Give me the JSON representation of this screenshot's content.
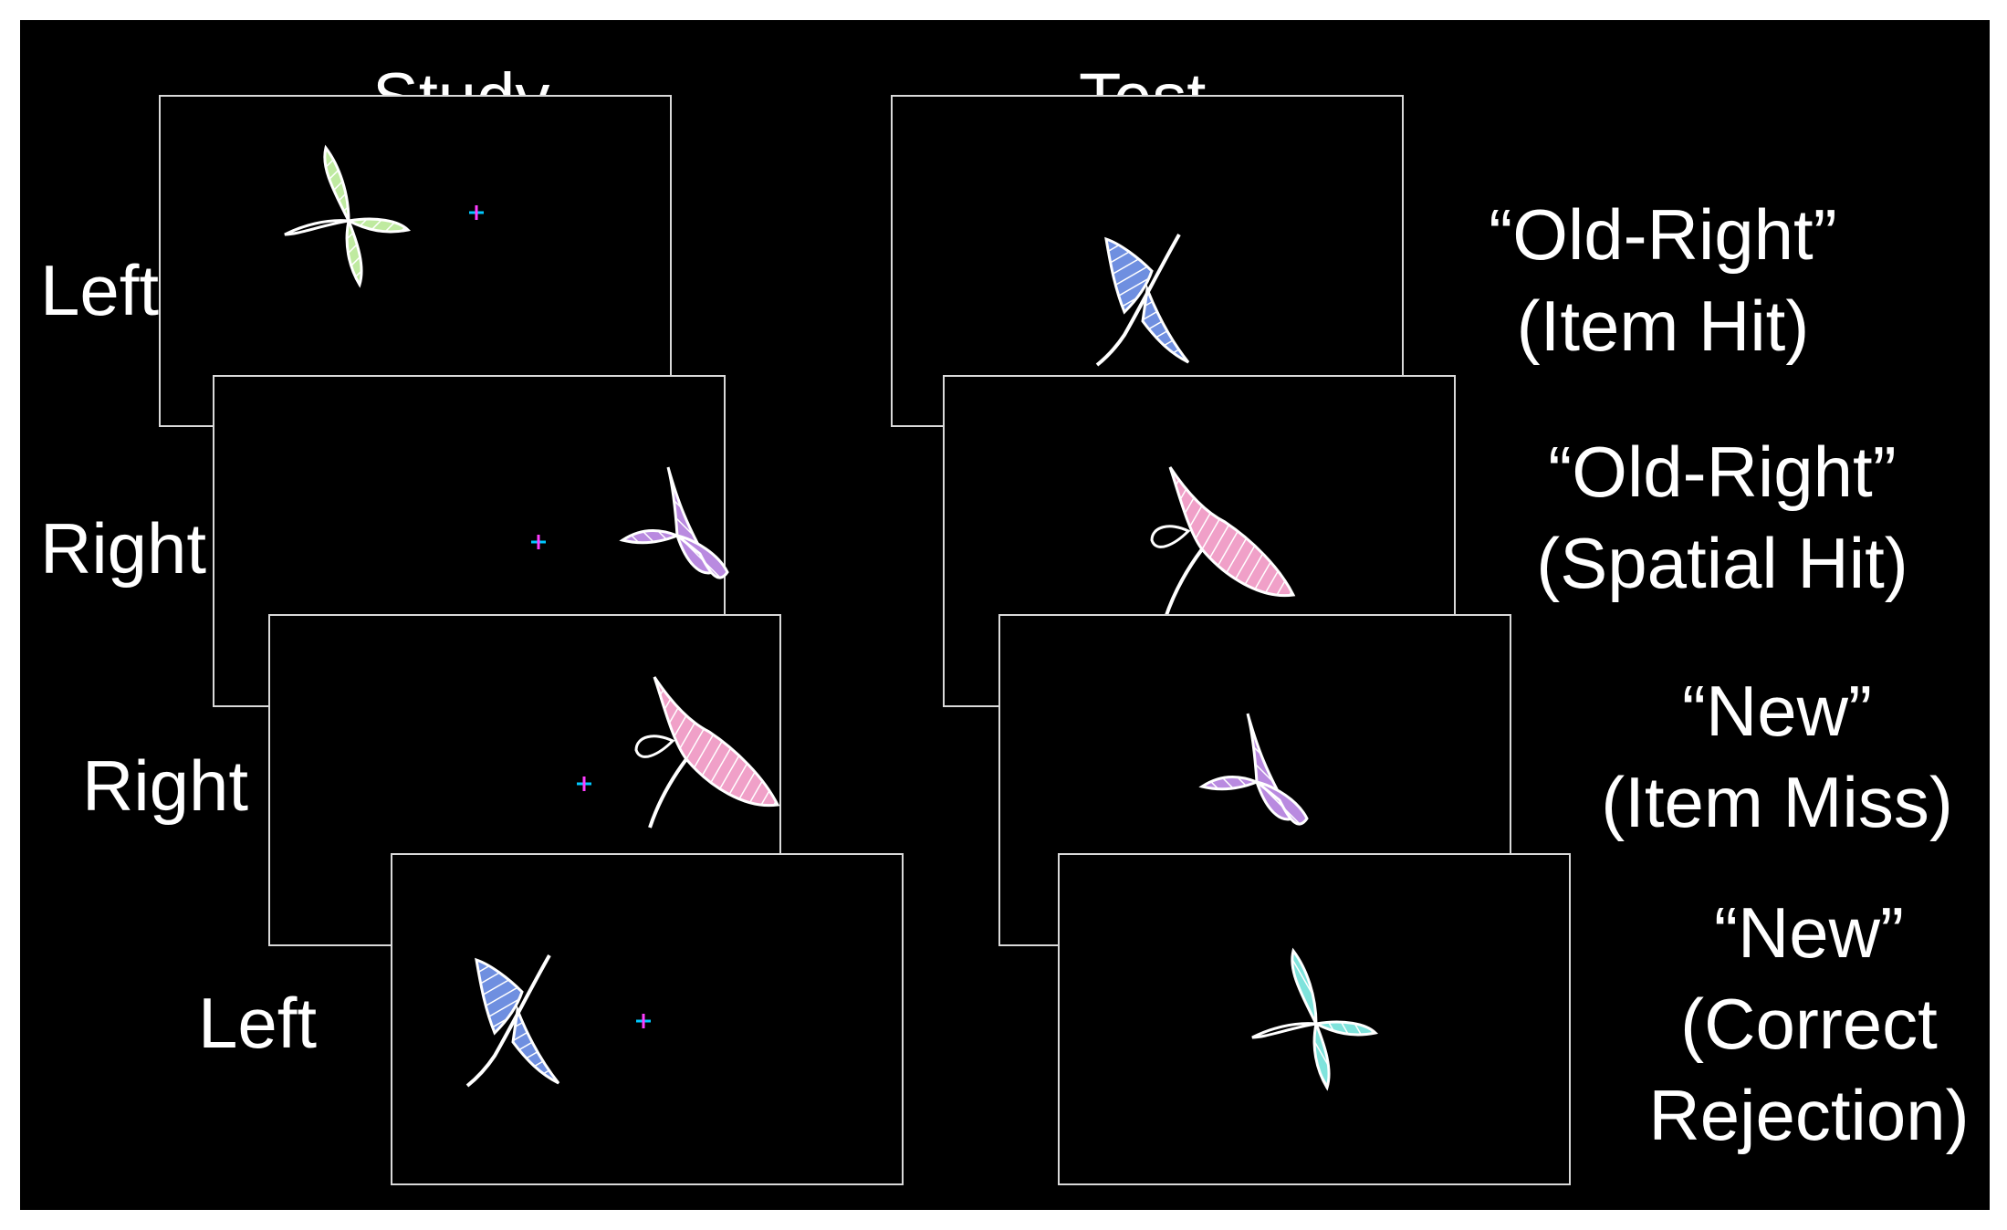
{
  "columns": {
    "study": "Study",
    "test": "Test"
  },
  "trials": [
    {
      "study_side": "Left",
      "response_lines": [
        "“Old-Right”",
        "(Item Hit)"
      ]
    },
    {
      "study_side": "Right",
      "response_lines": [
        "“Old-Right”",
        "(Spatial Hit)"
      ]
    },
    {
      "study_side": "Right",
      "response_lines": [
        "“New”",
        "(Item Miss)"
      ]
    },
    {
      "study_side": "Left",
      "response_lines": [
        "“New”",
        "(Correct",
        "Rejection)"
      ]
    }
  ],
  "colors": {
    "background": "#000000",
    "frame": "#d9d9d9",
    "shape_outline": "#ffffff",
    "fixation_h": "#00c8ff",
    "fixation_v": "#ff3dff",
    "shape_green": "#bfeaa0",
    "shape_purple": "#b98ae0",
    "shape_pink": "#f0a0c8",
    "shape_blue": "#6f8fe0",
    "shape_cyan": "#7fe3dc"
  }
}
